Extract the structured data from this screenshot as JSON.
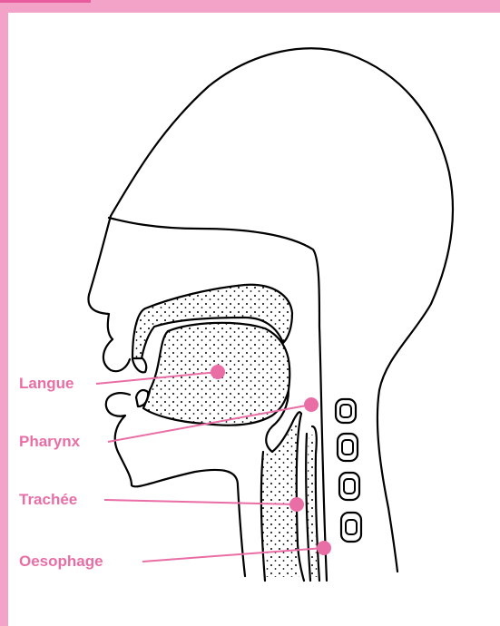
{
  "colors": {
    "accent": "#ea6ea6",
    "frame": "#f4a3c8",
    "outline": "#000000"
  },
  "labels": {
    "tongue": "Langue",
    "pharynx": "Pharynx",
    "trachea": "Trachée",
    "esophagus": "Oesophage"
  }
}
